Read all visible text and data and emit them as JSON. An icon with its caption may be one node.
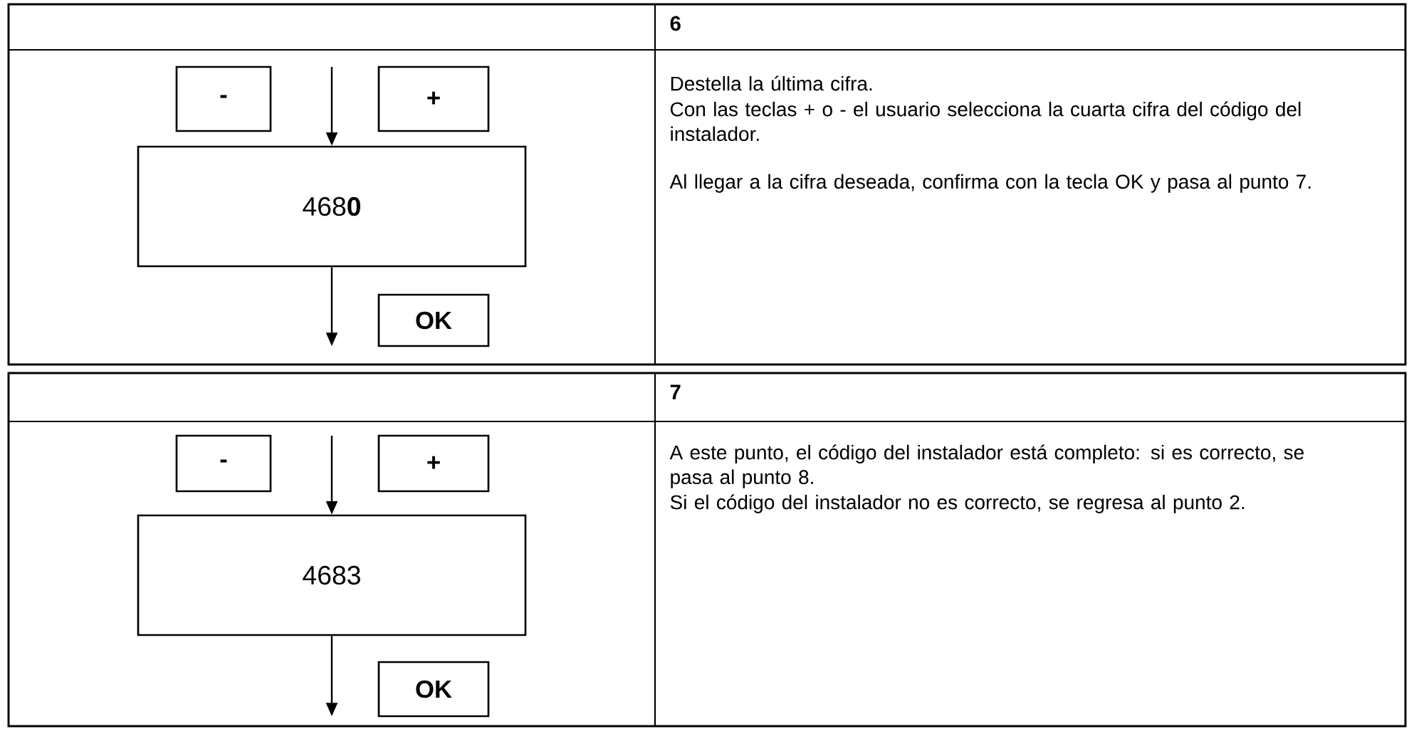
{
  "diagram": {
    "nodes": [
      {
        "text": [
          "-"
        ]
      },
      {
        "text": [
          "+"
        ]
      },
      {
        "text": [
          "468**0**"
        ]
      },
      {
        "text": [
          "OK"
        ]
      },
      {
        "text": [
          "-"
        ]
      },
      {
        "text": [
          "+"
        ]
      },
      {
        "text": [
          "4683"
        ]
      },
      {
        "text": [
          "OK"
        ]
      }
    ],
    "edges": [
      {
        "from": null,
        "to": 2,
        "arrow": "to"
      },
      {
        "from": 2,
        "to": null,
        "arrow": "to"
      },
      {
        "from": null,
        "to": 6,
        "arrow": "to"
      },
      {
        "from": 6,
        "to": null,
        "arrow": "to"
      }
    ],
    "labels": [
      "6",
      "Destella la última cifra.",
      "Con las teclas + o - el usuario selecciona la cuarta cifra del código del instalador.",
      "Al llegar a la cifra deseada, confirma con la tecla OK y pasa al punto 7.",
      "7",
      "A este punto, el código del instalador está completo: si es correcto, se pasa al punto 8.",
      "Si el código del instalador no es correcto, se regresa al punto 2."
    ]
  }
}
